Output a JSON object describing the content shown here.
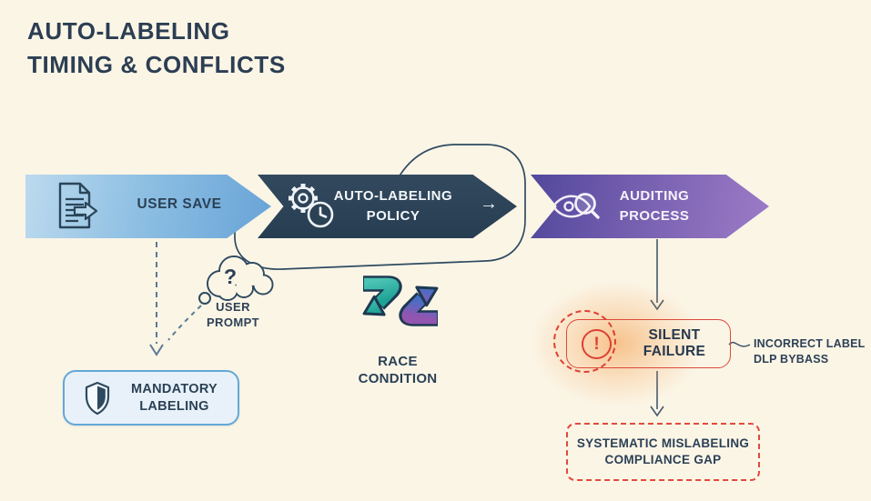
{
  "title": {
    "line1": "AUTO-LABELING",
    "line2": "TIMING & CONFLICTS"
  },
  "flow": {
    "steps": [
      {
        "label": "USER SAVE",
        "icon": "document-save-icon"
      },
      {
        "line1": "AUTO-LABELING",
        "line2": "POLICY",
        "icon": "gear-clock-icon",
        "arrow_glyph": "→"
      },
      {
        "line1": "AUDITING",
        "line2": "PROCESS",
        "icon": "eye-magnifier-icon"
      }
    ]
  },
  "user_prompt": {
    "question_mark": "?",
    "line1": "USER",
    "line2": "PROMPT"
  },
  "race_condition": {
    "line1": "RACE",
    "line2": "CONDITION",
    "icon": "shuffle-arrows-icon"
  },
  "mandatory_labeling": {
    "line1": "MANDATORY",
    "line2": "LABELING",
    "icon": "shield-icon"
  },
  "silent_failure": {
    "label": "SILENT FAILURE",
    "exclamation": "!",
    "icon": "alert-exclamation-icon"
  },
  "annotation": {
    "line1": "INCORRECT LABEL",
    "line2": "DLP BYBASS"
  },
  "systematic_gap": {
    "line1": "SYSTEMATIC MISLABELING",
    "line2": "COMPLIANCE GAP"
  },
  "icons": {
    "document-save-icon": "document with export arrow",
    "gear-clock-icon": "gear overlapped by clock",
    "eye-magnifier-icon": "eye with magnifying glass",
    "shuffle-arrows-icon": "two crossing swap arrows",
    "shield-icon": "half-filled shield",
    "alert-exclamation-icon": "exclamation mark in circle",
    "thought-bubble-icon": "cloud thought bubble with question mark"
  },
  "colors": {
    "background": "#fbf5e6",
    "navy_text": "#2b4156",
    "navy_stroke": "#2e4a61",
    "chevron1_start": "#bcdaee",
    "chevron1_end": "#68a4d7",
    "chevron2_fill": "#2b4154",
    "chevron3_start": "#52489c",
    "chevron3_end": "#9c7bc7",
    "alert_red": "#dc4133",
    "glow_orange": "#f49842",
    "teal_arrow": "#2fb3a7",
    "blue_arrow": "#3f6fc4",
    "purple_arrow": "#8f55ae",
    "mandatory_fill": "#e8f1f9",
    "mandatory_border": "#63a8d8",
    "dashed_line": "#5b7a95"
  }
}
